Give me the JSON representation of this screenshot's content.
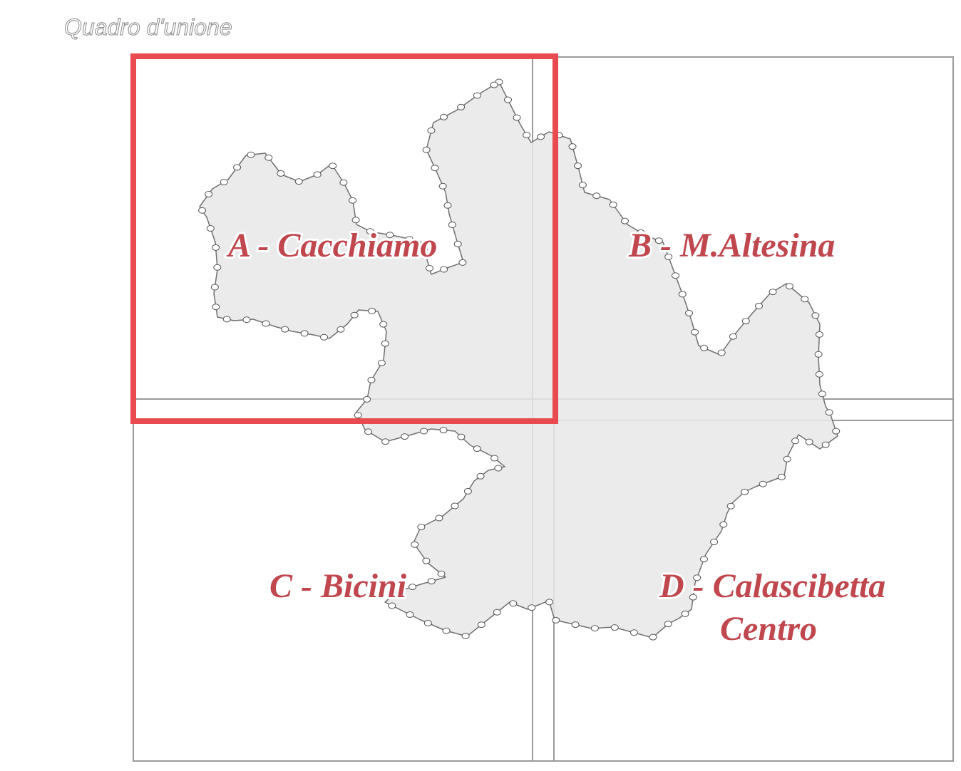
{
  "map": {
    "title": "Quadro d'unione",
    "selected_sheet": "A",
    "colors": {
      "highlight_border": "#e84a4f",
      "label_text": "#c0474e",
      "grid_line": "#9a9a9a",
      "territory_fill": "#e8e8e8",
      "territory_outline": "#707070",
      "boundary_marker": "#ffffff"
    },
    "sheets": [
      {
        "id": "A",
        "label": "A - Cacchiamo"
      },
      {
        "id": "B",
        "label": "B - M.Altesina"
      },
      {
        "id": "C",
        "label": "C - Bicini"
      },
      {
        "id": "D",
        "label_line1": "D - Calascibetta",
        "label_line2": "Centro"
      }
    ]
  }
}
